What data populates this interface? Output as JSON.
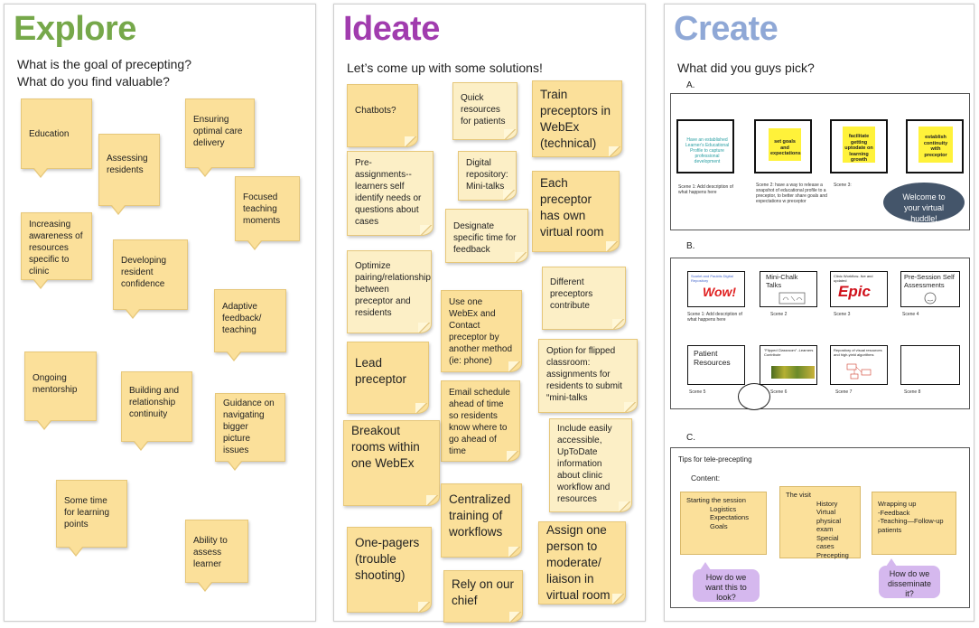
{
  "explore": {
    "title": "Explore",
    "color": "#76a84a",
    "subtitle_1": "What is the goal of precepting?",
    "subtitle_2": "What do you find valuable?",
    "notes": [
      "Education",
      "Assessing residents",
      "Ensuring optimal care delivery",
      "Focused teaching moments",
      "Increasing awareness of resources specific to clinic",
      "Developing resident confidence",
      "Adaptive feedback/ teaching",
      "Ongoing mentorship",
      "Building and relationship continuity",
      "Guidance on navigating bigger picture issues",
      "Some time for learning points",
      "Ability to assess learner"
    ]
  },
  "ideate": {
    "title": "Ideate",
    "color": "#a13cae",
    "subtitle": "Let’s come up with some solutions!",
    "notes": [
      "Chatbots?",
      "Quick resources for patients",
      "Train preceptors in WebEx (technical)",
      "Pre-assignments--learners self identify needs or questions about cases",
      "Digital repository: Mini-talks",
      "Each preceptor has own virtual room",
      "Designate specific time for feedback",
      "Optimize pairing/relationship between preceptor and residents",
      "Different preceptors contribute",
      "Use one WebEx and Contact preceptor by another method (ie: phone)",
      "Lead preceptor",
      "Option for flipped classroom: assignments for residents to submit “mini-talks",
      "Email schedule ahead of time so residents know where to go ahead of time",
      "Breakout rooms within one WebEx",
      "Include easily accessible, UpToDate information about clinic workflow and resources",
      "Centralized training of workflows",
      "One-pagers (trouble shooting)",
      "Assign one person to moderate/ liaison in virtual room",
      "Rely on our chief"
    ]
  },
  "create": {
    "title": "Create",
    "color": "#8fa8d6",
    "subtitle": "What did you guys pick?",
    "section_a": {
      "label": "A.",
      "slide1_text": "Have an established Learner's Educational Profile to capture professional development",
      "slide2_note": "set goals and expectations",
      "slide3_note": "facilitate getting uptodate on learning growth",
      "slide4_note": "establish continuity with preceptor",
      "cap1": "Scene 1: Add description of what happens here",
      "cap2": "Scene 2: have a way to release a snapshot of educational profile to a preceptor, to better share goals and expectations w preceptor",
      "cap3": "Scene 3:",
      "bubble": "Welcome to your virtual huddle!"
    },
    "section_b": {
      "label": "B.",
      "s1_title": "Scarlet and Pauktis Digital Repository",
      "s1_wow": "Wow!",
      "s1_cap": "Scene 1: Add description of what happens here",
      "s2_title": "Mini-Chalk Talks",
      "s2_cap": "Scene 2",
      "s3_title": "Clinic Workflow- live and updated",
      "s3_logo": "Epic",
      "s3_cap": "Scene 3",
      "s4_title": "Pre-Session Self Assessments",
      "s4_cap": "Scene 4",
      "s5_title": "Patient Resources",
      "s5_cap": "Scene 5",
      "s6_title": "\"Flipped Classroom\" -Learners Contribute",
      "s6_cap": "Scene 6",
      "s7_title": "Repository of visual resources and high-yield algorithms",
      "s7_cap": "Scene 7",
      "s8_cap": "Scene 8"
    },
    "section_c": {
      "label": "C.",
      "heading": "Tips for tele-precepting",
      "content_label": "Content:",
      "note1_title": "Starting the session",
      "note1_items": [
        "Logistics",
        "Expectations",
        "Goals"
      ],
      "note2_title": "The visit",
      "note2_items": [
        "History",
        "Virtual physical exam",
        "Special cases",
        "Precepting"
      ],
      "note3_title": "Wrapping up",
      "note3_items": [
        "-Feedback",
        "-Teaching—Follow-up patients"
      ],
      "bubble1": "How do we want this to look?",
      "bubble2": "How do we disseminate it?"
    }
  }
}
